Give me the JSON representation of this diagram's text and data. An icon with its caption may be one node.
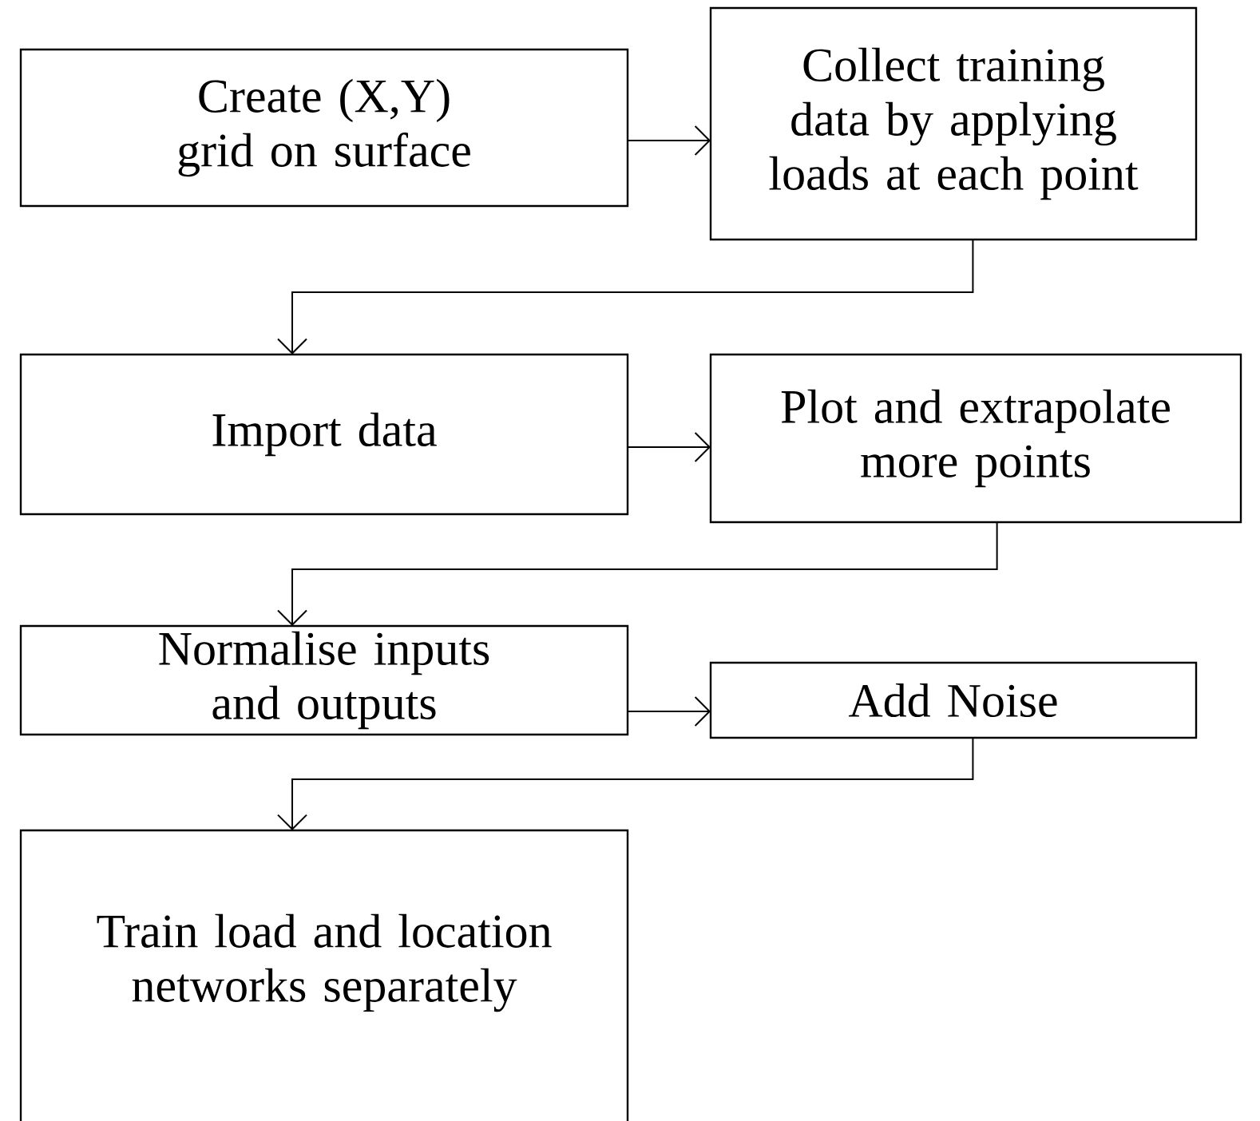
{
  "diagram": {
    "nodes": [
      {
        "text": [
          "Create (X,Y) grid on surface"
        ]
      },
      {
        "text": [
          "Collect training data by applying loads at each point"
        ]
      },
      {
        "text": [
          "Import data"
        ]
      },
      {
        "text": [
          "Plot and extrapolate more points"
        ]
      },
      {
        "text": [
          "Normalise inputs and outputs"
        ]
      },
      {
        "text": [
          "Add Noise"
        ]
      },
      {
        "text": [
          "Train load and location networks separately"
        ]
      }
    ],
    "edges": [
      {
        "from": 0,
        "to": 1,
        "arrow": "to"
      },
      {
        "from": 1,
        "to": 2,
        "arrow": "to"
      },
      {
        "from": 2,
        "to": 3,
        "arrow": "to"
      },
      {
        "from": 3,
        "to": 4,
        "arrow": "to"
      },
      {
        "from": 4,
        "to": 5,
        "arrow": "to"
      },
      {
        "from": 5,
        "to": 6,
        "arrow": "to"
      }
    ]
  }
}
